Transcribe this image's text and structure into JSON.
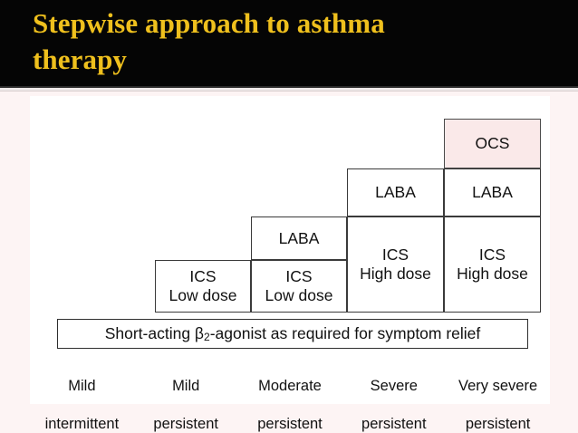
{
  "slide": {
    "title": "Stepwise approach to asthma\ntherapy",
    "title_color": "#efc01d",
    "header_background": "#050505",
    "page_background": "#fdf4f4",
    "panel_background": "#ffffff"
  },
  "diagram": {
    "type": "stepwise-treatment-pyramid",
    "highlight_color": "#fae9e9",
    "border_color": "#3a3a3a",
    "columns": [
      {
        "severity_line1": "Mild",
        "severity_line2": "intermittent",
        "steps": []
      },
      {
        "severity_line1": "Mild",
        "severity_line2": "persistent",
        "steps": [
          "ICS\nLow dose"
        ]
      },
      {
        "severity_line1": "Moderate",
        "severity_line2": "persistent",
        "steps": [
          "LABA",
          "ICS\nLow dose"
        ]
      },
      {
        "severity_line1": "Severe",
        "severity_line2": "persistent",
        "steps": [
          "LABA",
          "ICS\nHigh dose"
        ]
      },
      {
        "severity_line1": "Very severe",
        "severity_line2": "persistent",
        "steps": [
          "OCS",
          "LABA",
          "ICS\nHigh dose"
        ]
      }
    ],
    "cells": {
      "ocs": "OCS",
      "laba_col4": "LABA",
      "laba_col5": "LABA",
      "laba_col3": "LABA",
      "ics_low_col2": "ICS\nLow dose",
      "ics_low_col3": "ICS\nLow dose",
      "ics_high_col4": "ICS\nHigh dose",
      "ics_high_col5": "ICS\nHigh dose"
    },
    "baseline_bar": {
      "prefix": "Short-acting β",
      "subscript": "2",
      "suffix": "-agonist as required for symptom relief"
    }
  }
}
